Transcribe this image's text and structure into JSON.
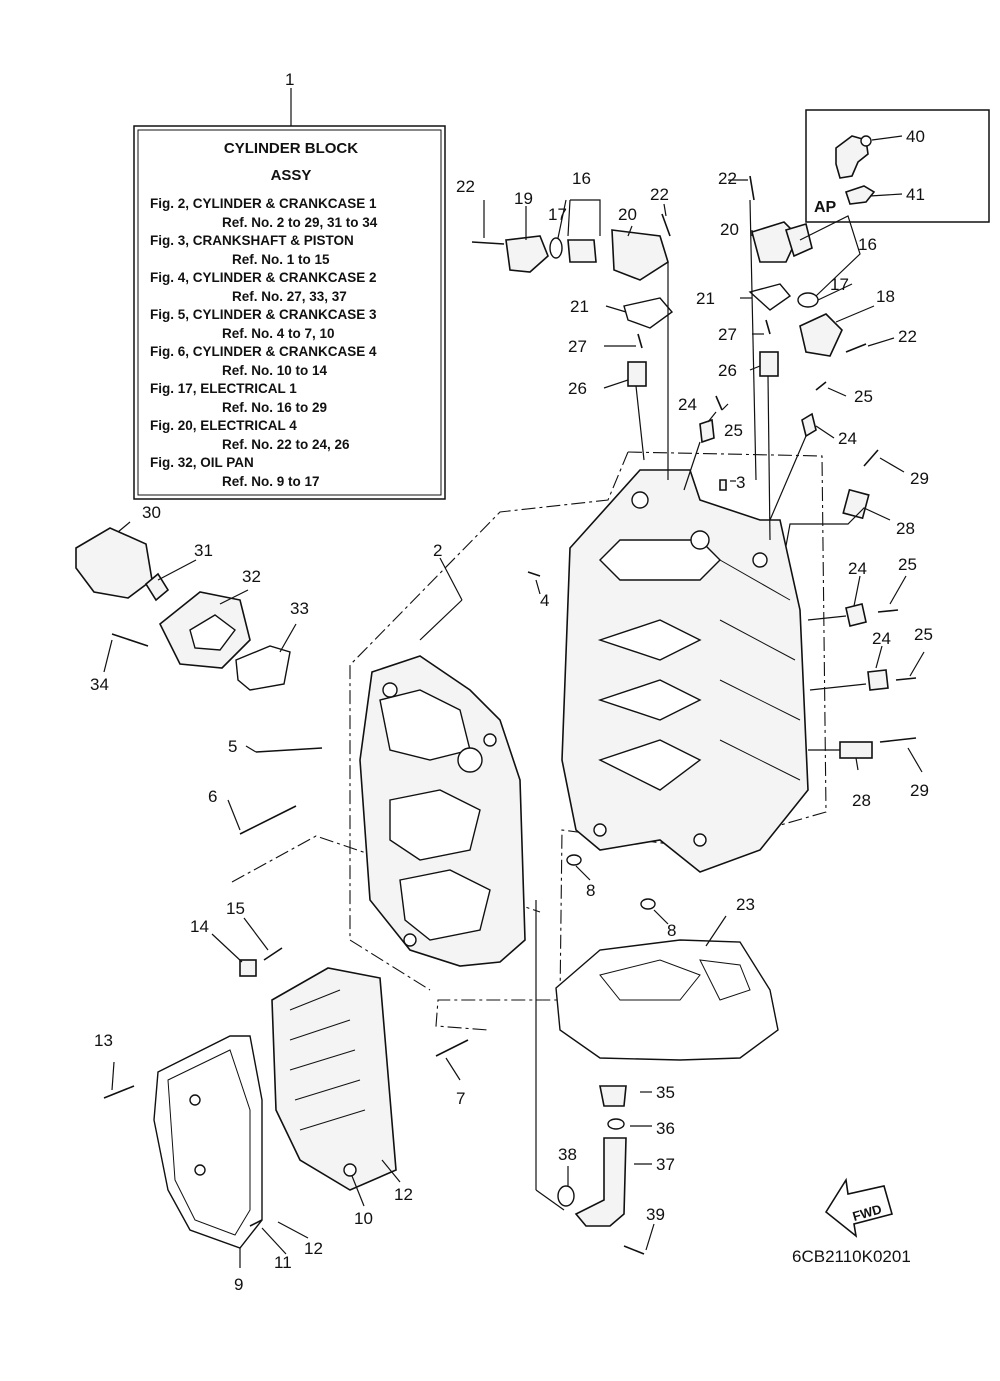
{
  "info_box": {
    "title_1": "CYLINDER BLOCK",
    "title_2": "ASSY",
    "lines": [
      "Fig. 2, CYLINDER & CRANKCASE 1",
      "Ref. No. 2 to 29, 31 to 34",
      "Fig. 3, CRANKSHAFT & PISTON",
      "Ref. No. 1 to 15",
      "Fig. 4, CYLINDER & CRANKCASE 2",
      "Ref. No. 27, 33, 37",
      "Fig. 5, CYLINDER & CRANKCASE 3",
      "Ref. No. 4 to 7, 10",
      "Fig. 6, CYLINDER & CRANKCASE 4",
      "Ref. No. 10 to 14",
      "Fig. 17, ELECTRICAL 1",
      "Ref. No. 16 to 29",
      "Fig. 20, ELECTRICAL 4",
      "Ref. No. 22 to 24, 26",
      "Fig. 32, OIL PAN",
      "Ref. No. 9 to 17"
    ]
  },
  "ap_box": {
    "label": "AP"
  },
  "fwd_label": "FWD",
  "diagram_code": "6CB2110K0201",
  "callouts": {
    "c1": "1",
    "c2": "2",
    "c3": "3",
    "c4": "4",
    "c5": "5",
    "c6": "6",
    "c7": "7",
    "c8a": "8",
    "c8b": "8",
    "c9": "9",
    "c10": "10",
    "c11": "11",
    "c12a": "12",
    "c12b": "12",
    "c13": "13",
    "c14": "14",
    "c15": "15",
    "c16a": "16",
    "c16b": "16",
    "c17a": "17",
    "c17b": "17",
    "c18": "18",
    "c19": "19",
    "c20a": "20",
    "c20b": "20",
    "c21a": "21",
    "c21b": "21",
    "c22a": "22",
    "c22b": "22",
    "c22c": "22",
    "c22d": "22",
    "c23": "23",
    "c24a": "24",
    "c24b": "24",
    "c24c": "24",
    "c24d": "24",
    "c25a": "25",
    "c25b": "25",
    "c25c": "25",
    "c25d": "25",
    "c26a": "26",
    "c26b": "26",
    "c27a": "27",
    "c27b": "27",
    "c28a": "28",
    "c28b": "28",
    "c29a": "29",
    "c29b": "29",
    "c30": "30",
    "c31": "31",
    "c32": "32",
    "c33": "33",
    "c34": "34",
    "c35": "35",
    "c36": "36",
    "c37": "37",
    "c38": "38",
    "c39": "39",
    "c40": "40",
    "c41": "41"
  }
}
